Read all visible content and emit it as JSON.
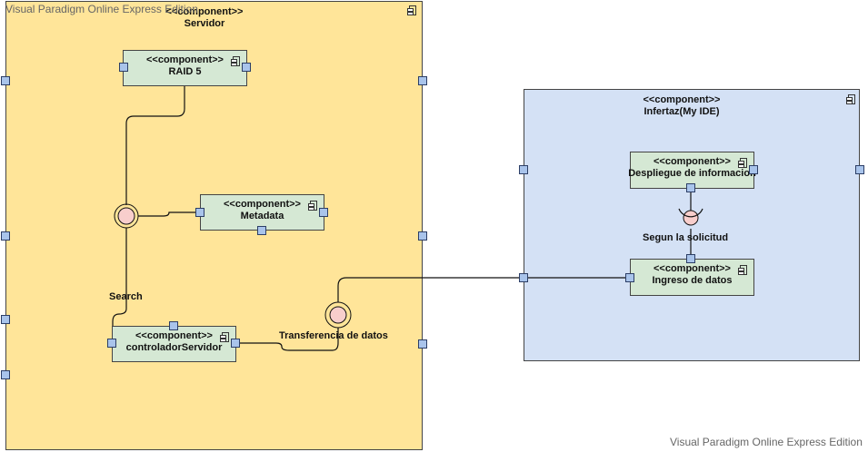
{
  "watermark": {
    "top": "Visual Paradigm Online Express Edition",
    "bottom": "Visual Paradigm Online Express Edition"
  },
  "servidor": {
    "stereotype": "<<component>>",
    "name": "Servidor"
  },
  "interfaz": {
    "stereotype": "<<component>>",
    "name": "Infertaz(My IDE)"
  },
  "components": {
    "raid": {
      "stereotype": "<<component>>",
      "name": "RAID 5"
    },
    "metadata": {
      "stereotype": "<<component>>",
      "name": "Metadata"
    },
    "controlador": {
      "stereotype": "<<component>>",
      "name": "controladorServidor"
    },
    "despliegue": {
      "stereotype": "<<component>>",
      "name": "Despliegue de informacion"
    },
    "ingreso": {
      "stereotype": "<<component>>",
      "name": "Ingreso de datos"
    }
  },
  "labels": {
    "search": "Search",
    "transferencia": "Transferencia de datos",
    "segun": "Segun la solicitud"
  },
  "colors": {
    "servidor_fill": "#ffe599",
    "interfaz_fill": "#d4e1f5",
    "component_fill": "#d5e8d4",
    "port_fill": "#a9c4eb",
    "interface_fill": "#f8cecc"
  }
}
